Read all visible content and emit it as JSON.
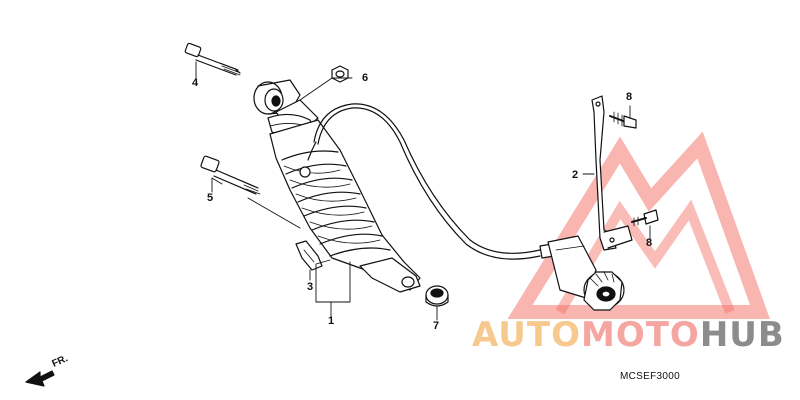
{
  "callouts": {
    "c1": "1",
    "c2": "2",
    "c3": "3",
    "c4": "4",
    "c5": "5",
    "c6": "6",
    "c7": "7",
    "c8a": "8",
    "c8b": "8"
  },
  "direction_label": "FR.",
  "diagram_code": "MCSEF3000",
  "watermark": {
    "part1": "AUTO",
    "part2": "MOTO",
    "part3": "HUB",
    "colors": {
      "auto": "#f7c98e",
      "moto": "#f5a6a0",
      "hub": "#8c8c8c",
      "triangle": "#f26a5e"
    }
  }
}
